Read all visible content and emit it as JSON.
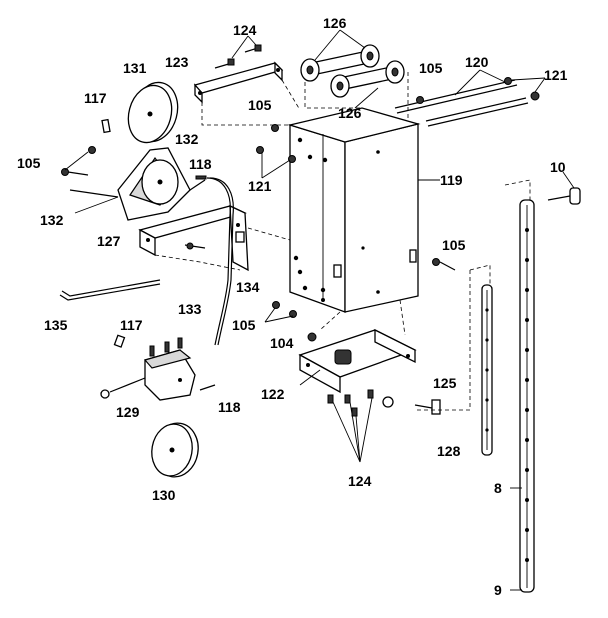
{
  "labels": {
    "p10": "10",
    "p8": "8",
    "p9": "9",
    "p104": "104",
    "p105a": "105",
    "p105b": "105",
    "p105c": "105",
    "p105d": "105",
    "p105e": "105",
    "p117a": "117",
    "p117b": "117",
    "p118a": "118",
    "p118b": "118",
    "p119": "119",
    "p120": "120",
    "p121a": "121",
    "p121b": "121",
    "p122": "122",
    "p123": "123",
    "p124a": "124",
    "p124b": "124",
    "p125": "125",
    "p126a": "126",
    "p126b": "126",
    "p127": "127",
    "p128": "128",
    "p129": "129",
    "p130": "130",
    "p131": "131",
    "p132a": "132",
    "p132b": "132",
    "p133": "133",
    "p134": "134",
    "p135": "135"
  }
}
